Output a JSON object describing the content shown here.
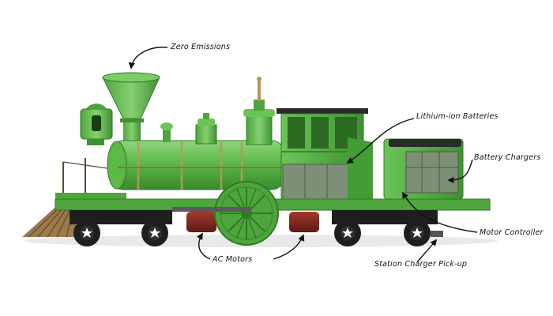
{
  "labels": {
    "zero_emissions": "Zero Emissions",
    "lithium_batteries": "Lithium-ion Batteries",
    "battery_chargers": "Battery Chargers",
    "motor_controller": "Motor Controller",
    "ac_motors": "AC Motors",
    "station_charger": "Station Charger Pick-up"
  },
  "colors": {
    "body_green": "#5cb847",
    "dark_green": "#3e8f32",
    "light_green": "#8fd67c",
    "rail_black": "#1e1e1e",
    "motor_red": "#8a2a20",
    "brass": "#b8955a"
  }
}
